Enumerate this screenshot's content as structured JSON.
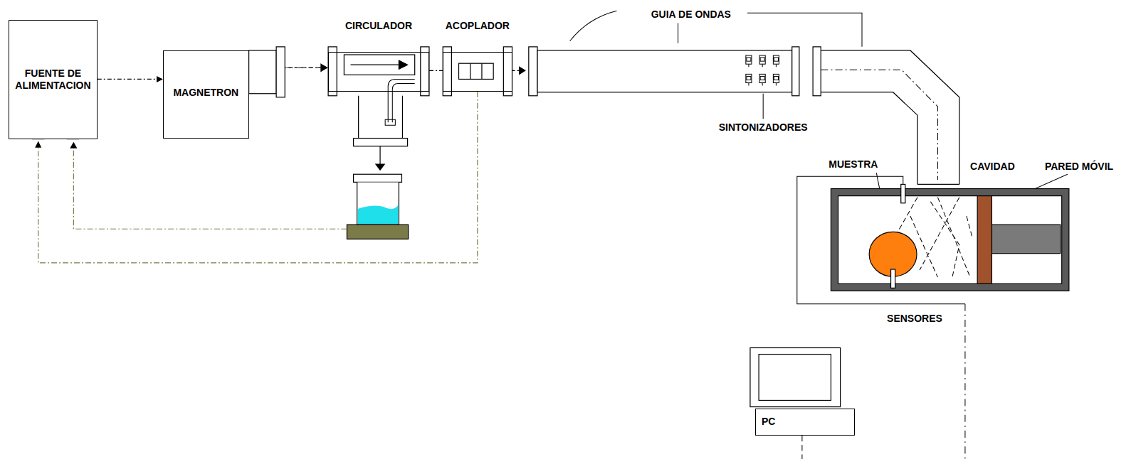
{
  "diagram": {
    "nodes": [
      {
        "text": [
          "FUENTE DE ALIMENTACION"
        ]
      },
      {
        "text": [
          "MAGNETRON"
        ]
      },
      {
        "text": [
          "CIRCULADOR"
        ]
      },
      {
        "text": [
          "ACOPLADOR"
        ]
      },
      {
        "text": [
          "PC"
        ]
      }
    ],
    "edges": [
      {
        "from": 0,
        "to": 1,
        "arrow": "to"
      },
      {
        "from": 1,
        "to": 2,
        "arrow": "to"
      },
      {
        "from": 2,
        "to": 3,
        "arrow": "none"
      },
      {
        "from": 3,
        "to": 0,
        "arrow": "to"
      }
    ],
    "labels": [
      "GUIA DE ONDAS",
      "SINTONIZADORES",
      "MUESTRA",
      "CAVIDAD",
      "PARED MÓVIL",
      "SENSORES"
    ]
  }
}
